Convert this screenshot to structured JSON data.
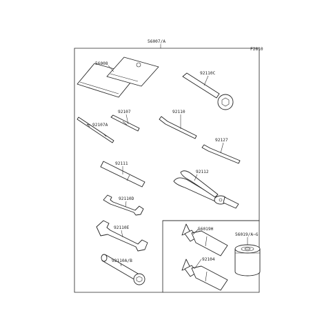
{
  "sheet_code": "F2810",
  "kit_label": "56007/A",
  "parts": {
    "tool_bag": "56008",
    "ring_wrench": "92110C",
    "screwdriver_bit": "92107",
    "screwdriver_handle": "92107A",
    "hex_wrench_large": "92110",
    "hex_wrench_small": "92127",
    "handle_bar": "92111",
    "pliers": "92112",
    "open_wrench_small": "92110D",
    "open_wrench_large": "92110E",
    "box_wrench": "92110A/B",
    "grease_a": "56019H",
    "grease_b": "92104",
    "oil_filter": "56019/A~G"
  }
}
